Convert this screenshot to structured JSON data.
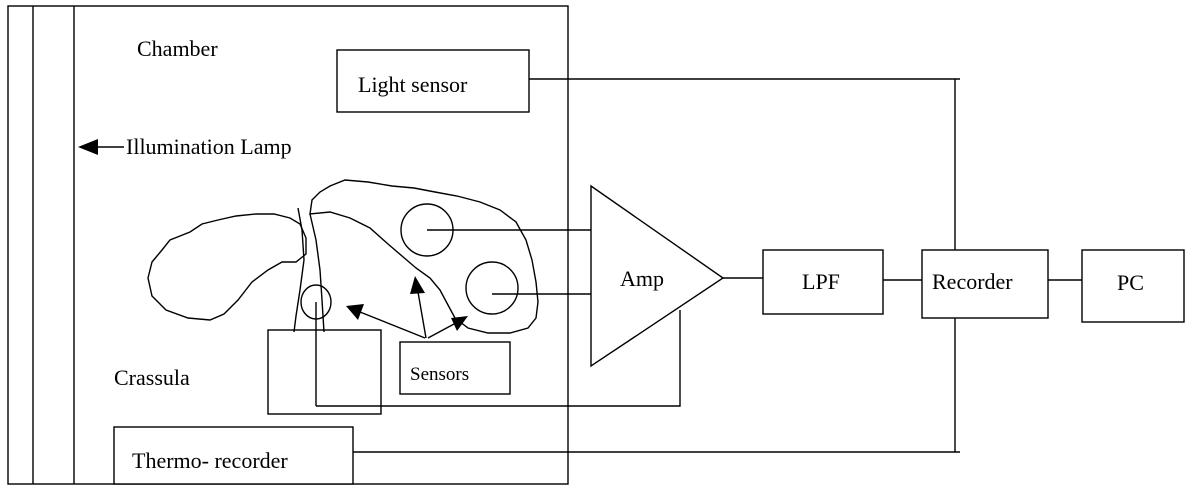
{
  "labels": {
    "chamber": "Chamber",
    "illumination_lamp": "Illumination Lamp",
    "crassula": "Crassula",
    "light_sensor": "Light sensor",
    "thermo_recorder": "Thermo- recorder",
    "sensors": "Sensors",
    "amp": "Amp",
    "lpf": "LPF",
    "recorder": "Recorder",
    "pc": "PC"
  }
}
